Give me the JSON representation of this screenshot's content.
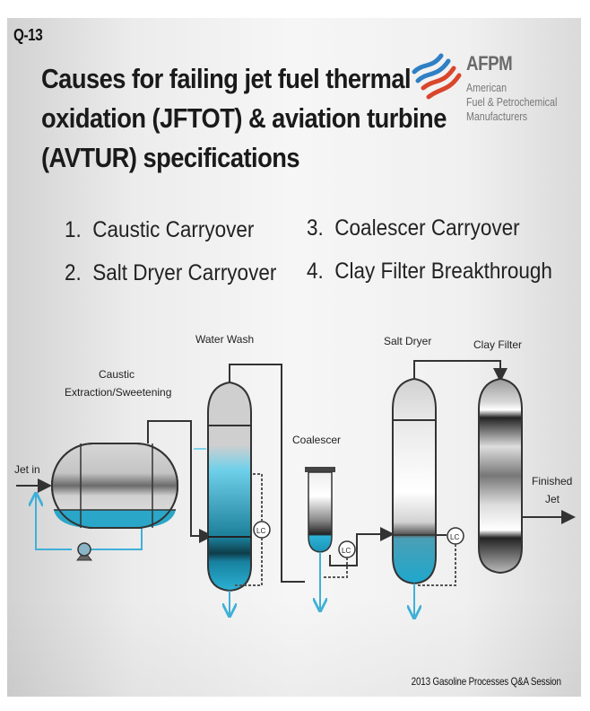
{
  "slide": {
    "question_number": "Q-13",
    "title_lines": [
      "Causes for failing jet fuel thermal",
      "oxidation (JFTOT) & aviation turbine",
      "(AVTUR) specifications"
    ],
    "logo": {
      "icon": "afpm-waves-logo-icon",
      "acronym": "AFPM",
      "subtitle_lines": [
        "American",
        "Fuel & Petrochemical",
        "Manufacturers"
      ],
      "colors": {
        "blue": "#2f7fc4",
        "red": "#d9462b"
      }
    },
    "causes": [
      {
        "number": "1.",
        "label": "Caustic Carryover"
      },
      {
        "number": "2.",
        "label": "Salt Dryer Carryover"
      },
      {
        "number": "3.",
        "label": "Coalescer Carryover"
      },
      {
        "number": "4.",
        "label": "Clay Filter Breakthrough"
      }
    ],
    "footer": "2013 Gasoline Processes Q&A Session"
  },
  "diagram": {
    "labels": {
      "jet_in": "Jet in",
      "caustic": "Caustic",
      "caustic_sub": "Extraction/Sweetening",
      "water_wash": "Water Wash",
      "coalescer": "Coalescer",
      "salt_dryer": "Salt Dryer",
      "clay_filter": "Clay Filter",
      "finished": "Finished",
      "finished_sub": "Jet",
      "level_controller": "LC"
    },
    "colors": {
      "water": "#2aa6c8",
      "water_light": "#7fd3ea",
      "pipe": "#333333",
      "water_pipe": "#3fb0d8",
      "vessel_gray": "#c8c8c8"
    }
  }
}
